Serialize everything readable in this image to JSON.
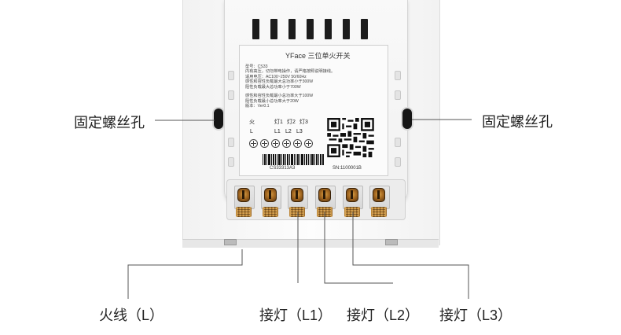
{
  "labels": {
    "left_hole": "固定螺丝孔",
    "right_hole": "固定螺丝孔",
    "live": "火线（L）",
    "l1": "接灯（L1）",
    "l2": "接灯（L2）",
    "l3": "接灯（L3）"
  },
  "product_label": {
    "brand": "YFace  三位单火开关",
    "specs": [
      "型号：CS33",
      "内有高压，切勿带电操作，请严格按照说明接线。",
      "适用电压：AC100~250V 50/60Hz",
      "感性和容性负载最大总功率小于300W",
      "阻性负载最大总功率小于700W",
      "感性和容性负载最小总功率大于100W",
      "阻性负载最小总功率大于20W",
      "版本：Ver0.1"
    ],
    "terminal_header": [
      "火",
      "灯1",
      "灯2",
      "灯3"
    ],
    "terminal_codes": [
      "L",
      "L1",
      "L2",
      "L3"
    ],
    "barcode_text": "CS33313A3",
    "serial": "SN:1100001B"
  }
}
